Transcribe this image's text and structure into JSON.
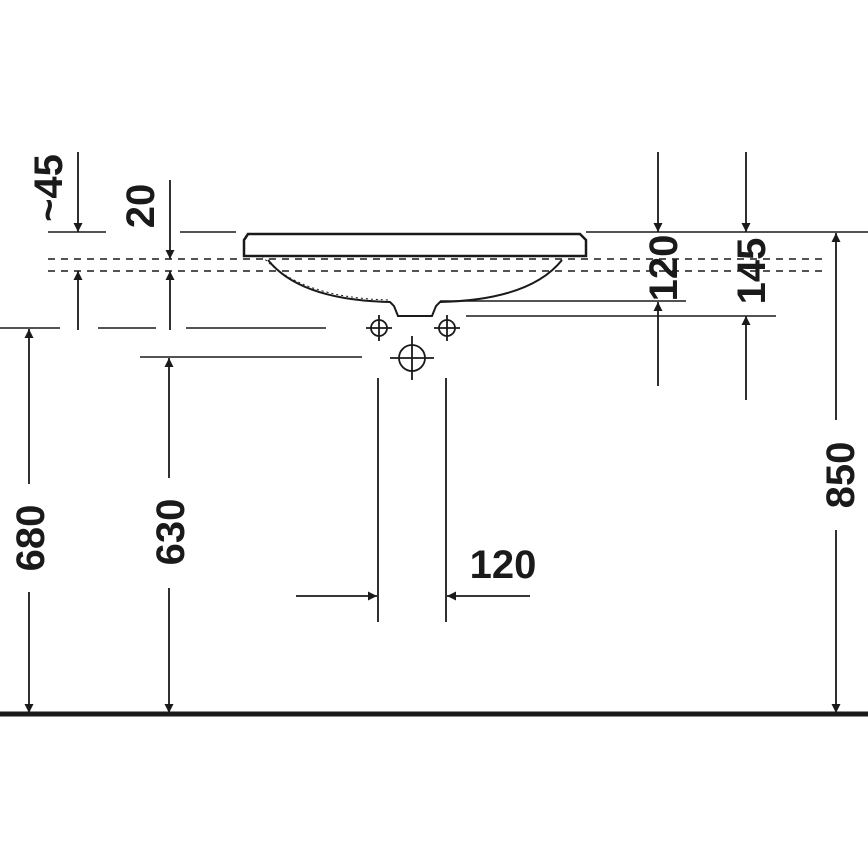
{
  "dimensions": {
    "overflow_depth": "~45",
    "rim_thickness": "20",
    "bowl_depth": "120",
    "total_depth": "145",
    "floor_to_outlet": "680",
    "floor_to_trap": "630",
    "trap_width": "120",
    "floor_to_rim": "850"
  },
  "colors": {
    "line": "#1a1a1a",
    "background": "#ffffff"
  }
}
